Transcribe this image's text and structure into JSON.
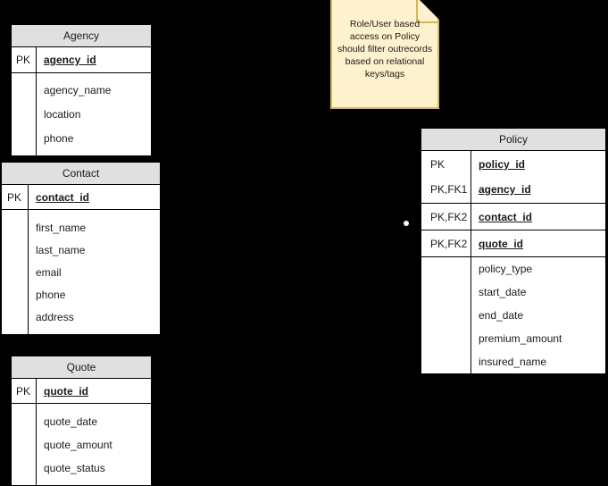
{
  "diagram": {
    "type": "er-diagram",
    "background": "#000000",
    "entity_header_color": "#e0e0e0",
    "note_fill": "#fdf2cd",
    "note_border": "#d6b656"
  },
  "entities": [
    {
      "id": "agency",
      "title": "Agency",
      "key_groups": [
        {
          "keys": [
            "PK"
          ],
          "attributes": [
            {
              "name": "agency_id",
              "primary": true
            }
          ]
        },
        {
          "keys": [],
          "attributes": [
            {
              "name": "agency_name",
              "primary": false
            },
            {
              "name": "location",
              "primary": false
            },
            {
              "name": "phone",
              "primary": false
            }
          ]
        }
      ]
    },
    {
      "id": "contact",
      "title": "Contact",
      "key_groups": [
        {
          "keys": [
            "PK"
          ],
          "attributes": [
            {
              "name": "contact_id",
              "primary": true
            }
          ]
        },
        {
          "keys": [],
          "attributes": [
            {
              "name": "first_name",
              "primary": false
            },
            {
              "name": "last_name",
              "primary": false
            },
            {
              "name": "email",
              "primary": false
            },
            {
              "name": "phone",
              "primary": false
            },
            {
              "name": "address",
              "primary": false
            }
          ]
        }
      ]
    },
    {
      "id": "quote",
      "title": "Quote",
      "key_groups": [
        {
          "keys": [
            "PK"
          ],
          "attributes": [
            {
              "name": "quote_id",
              "primary": true
            }
          ]
        },
        {
          "keys": [],
          "attributes": [
            {
              "name": "quote_date",
              "primary": false
            },
            {
              "name": "quote_amount",
              "primary": false
            },
            {
              "name": "quote_status",
              "primary": false
            }
          ]
        }
      ]
    },
    {
      "id": "policy",
      "title": "Policy",
      "key_groups": [
        {
          "keys": [
            "PK",
            "PK,FK1"
          ],
          "attributes": [
            {
              "name": "policy_id",
              "primary": true
            },
            {
              "name": "agency_id",
              "primary": true
            }
          ]
        },
        {
          "keys": [
            "PK,FK2"
          ],
          "attributes": [
            {
              "name": "contact_id",
              "primary": true
            }
          ]
        },
        {
          "keys": [
            "PK,FK2"
          ],
          "attributes": [
            {
              "name": "quote_id",
              "primary": true
            }
          ]
        },
        {
          "keys": [],
          "attributes": [
            {
              "name": "policy_type",
              "primary": false
            },
            {
              "name": "start_date",
              "primary": false
            },
            {
              "name": "end_date",
              "primary": false
            },
            {
              "name": "premium_amount",
              "primary": false
            },
            {
              "name": "insured_name",
              "primary": false
            }
          ]
        }
      ]
    }
  ],
  "note": {
    "text": "Role/User based\naccess on Policy\nshould filter outrecords\nbased on relational\nkeys/tags"
  }
}
